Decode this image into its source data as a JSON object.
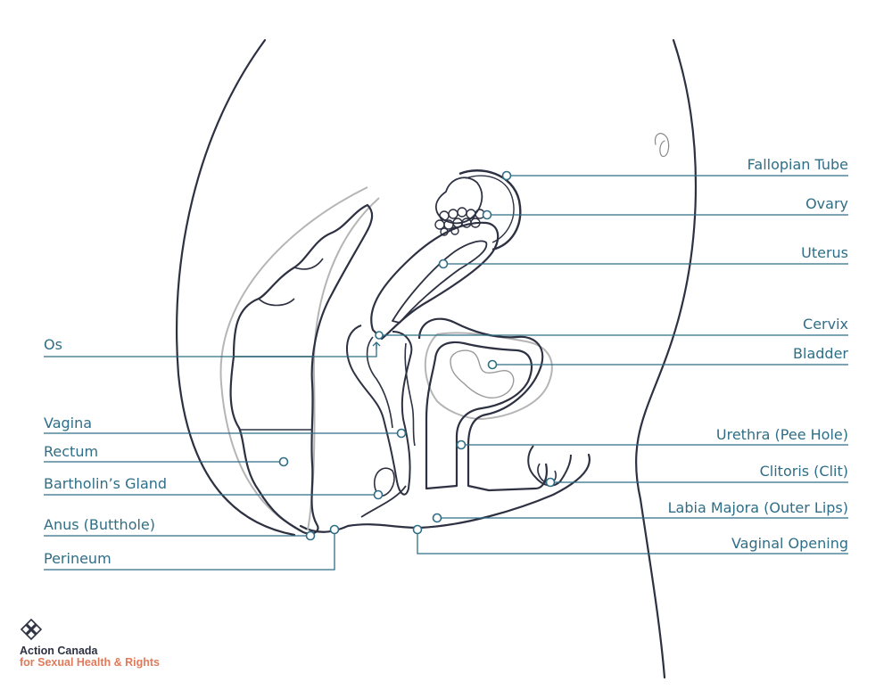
{
  "labels": {
    "fallopian_tube": "Fallopian Tube",
    "ovary": "Ovary",
    "uterus": "Uterus",
    "cervix": "Cervix",
    "bladder": "Bladder",
    "urethra": "Urethra (Pee Hole)",
    "clitoris": "Clitoris (Clit)",
    "labia_majora": "Labia Majora (Outer Lips)",
    "vaginal_opening": "Vaginal Opening",
    "os": "Os",
    "vagina": "Vagina",
    "rectum": "Rectum",
    "bartholins_gland": "Bartholin’s Gland",
    "anus": "Anus (Butthole)",
    "perineum": "Perineum"
  },
  "organization": {
    "name_line1": "Action Canada",
    "name_line2": "for Sexual Health & Rights"
  },
  "colors": {
    "outline": "#2d3142",
    "label": "#2f6e86",
    "brand_accent": "#e07a5a",
    "light_outline": "#b5b5b5"
  }
}
